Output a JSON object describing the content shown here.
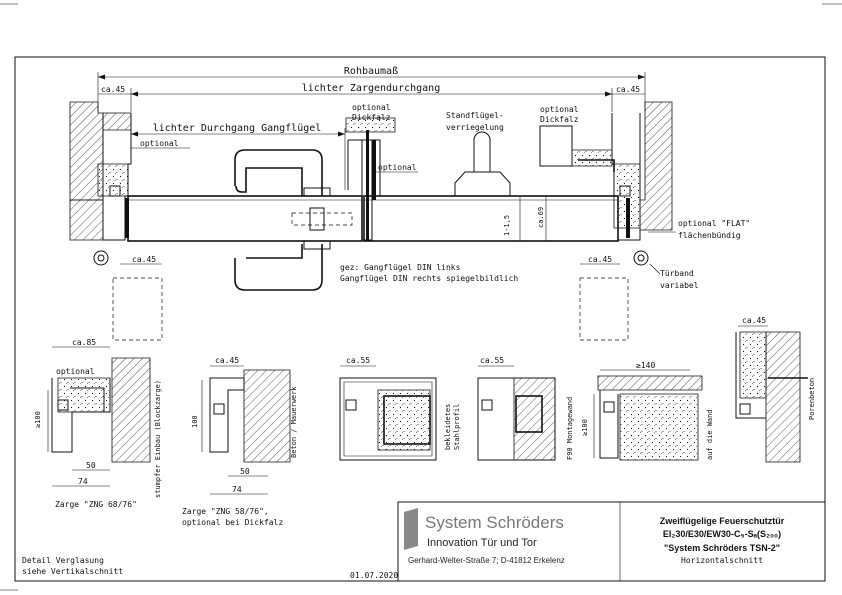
{
  "top_view": {
    "rohbaumass": "Rohbaumaß",
    "lichter_zargendurchgang": "lichter Zargendurchgang",
    "lichter_durchgang_gangfluegel": "lichter Durchgang Gangflügel",
    "ca45_left": "ca.45",
    "ca45_right": "ca.45",
    "ca45_lower_left": "ca.45",
    "ca45_lower_right": "ca.45",
    "optional_left": "optional",
    "optional_dickfalz_1": "optional",
    "optional_dickfalz_2": "Dickfalz",
    "optional_mid": "optional",
    "standfluegel_1": "Standflügel-",
    "standfluegel_2": "verriegelung",
    "optional_dickfalz_r1": "optional",
    "optional_dickfalz_r2": "Dickfalz",
    "dim_15": "1-1,5",
    "dim_69": "ca.69",
    "flat_1": "optional \"FLAT\"",
    "flat_2": "flächenbündig",
    "tuerband_1": "Türband",
    "tuerband_2": "variabel",
    "gez_1": "gez: Gangflügel DIN links",
    "gez_2": "Gangflügel DIN rechts spiegelbildlich"
  },
  "details": {
    "d1_ca85": "ca.85",
    "d1_optional": "optional",
    "d1_100": "≥100",
    "d1_50": "50",
    "d1_74": "74",
    "d1_side": "stumpfer Einbau (Blockzarge)",
    "d1_caption": "Zarge \"ZNG 68/76\"",
    "d2_ca45": "ca.45",
    "d2_100": "100",
    "d2_50": "50",
    "d2_74": "74",
    "d2_side": "Beton / Mauerwerk",
    "d2_caption_1": "Zarge \"ZNG 58/76\",",
    "d2_caption_2": "optional bei Dickfalz",
    "d3_ca55": "ca.55",
    "d3_side_1": "bekleidetes",
    "d3_side_2": "Stahlprofil",
    "d4_ca55": "ca.55",
    "d4_side": "F90 Montagewand",
    "d5_140": "≥140",
    "d5_100": "≥100",
    "d5_side": "auf die Wand",
    "d6_ca45": "ca.45",
    "d6_side": "Porenbeton"
  },
  "footer": {
    "detail_1": "Detail Verglasung",
    "detail_2": "siehe Vertikalschnitt",
    "date": "01.07.2020",
    "brand": "System Schröders",
    "tagline": "Innovation Tür und Tor",
    "address": "Gerhard-Welter-Straße 7;  D-41812 Erkelenz",
    "title_1": "Zweiflügelige Feuerschutztür",
    "title_2": "EI₂30/E30/EW30-C₅-Sₐ(S₂₀₀)",
    "title_3": "\"System Schröders TSN-2\"",
    "title_4": "Horizontalschnitt"
  }
}
